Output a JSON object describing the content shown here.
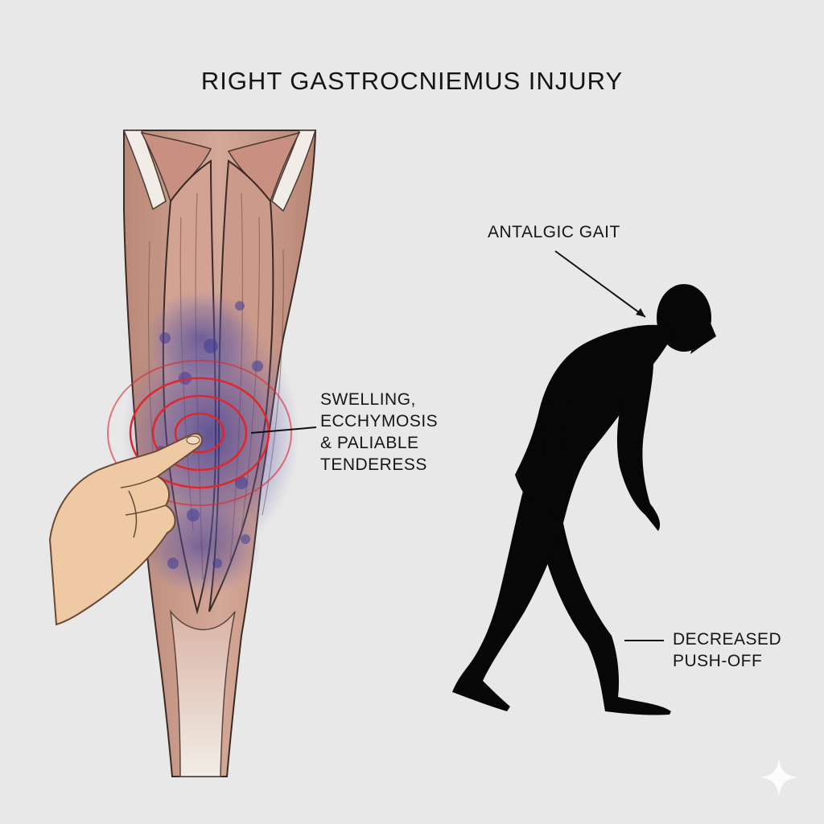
{
  "title": "RIGHT GASTROCNIEMUS INJURY",
  "annotations": {
    "swelling": [
      "SWELLING,",
      "ECCHYMOSIS",
      "& PALIABLE",
      "TENDERESS"
    ],
    "gait": "ANTALGIC GAIT",
    "pushoff": [
      "DECREASED",
      "PUSH-OFF"
    ]
  },
  "colors": {
    "background": "#e8e8e9",
    "muscle": "#c79a8a",
    "bruise": "#4a4aa0",
    "tenderness_rings": "#e0262a",
    "silhouette": "#070707",
    "skin": "#efc9a4"
  }
}
